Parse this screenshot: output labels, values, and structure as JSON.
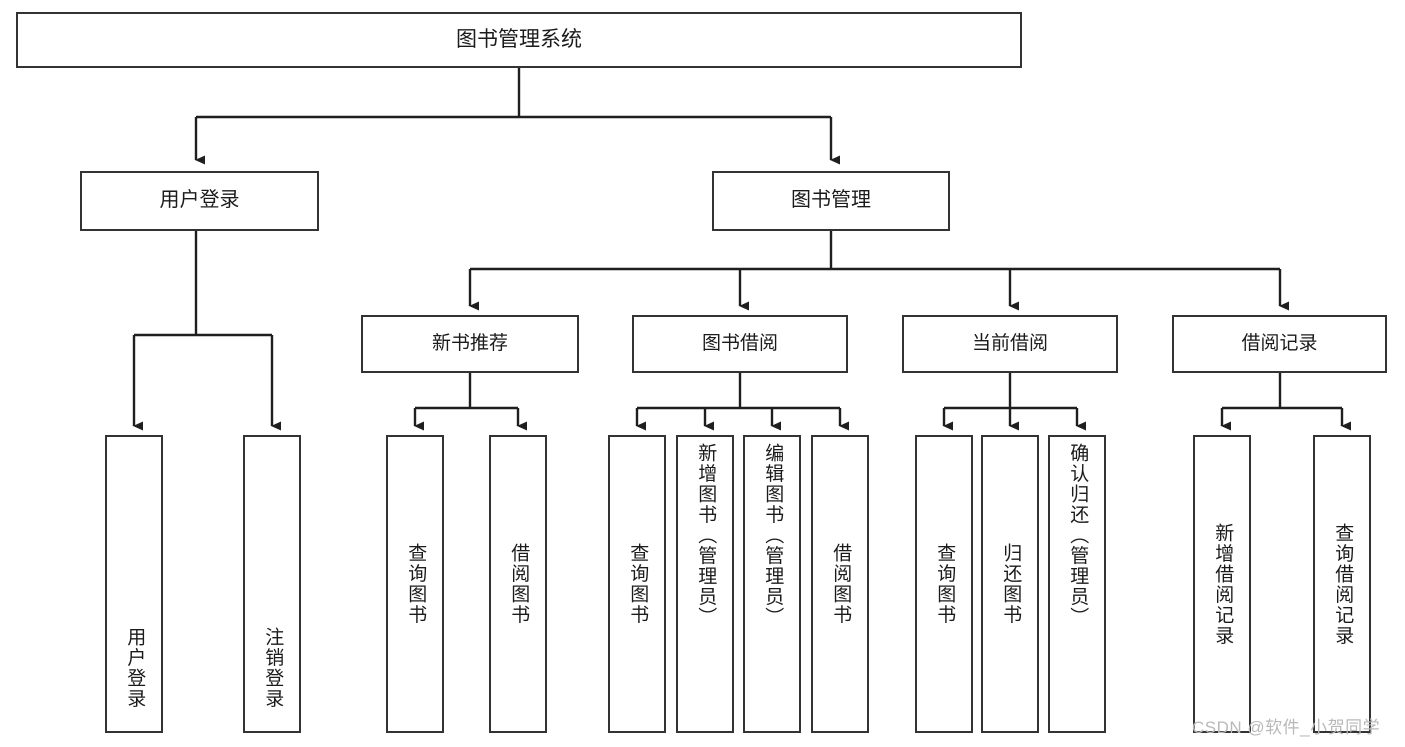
{
  "diagram": {
    "type": "tree-hierarchy",
    "title": "图书管理系统",
    "root": {
      "label": "图书管理系统"
    },
    "level1": [
      {
        "label": "用户登录"
      },
      {
        "label": "图书管理"
      }
    ],
    "level2": [
      {
        "label": "新书推荐"
      },
      {
        "label": "图书借阅"
      },
      {
        "label": "当前借阅"
      },
      {
        "label": "借阅记录"
      }
    ],
    "leaves": {
      "user_login": [
        {
          "label": "用户登录"
        },
        {
          "label": "注销登录"
        }
      ],
      "new_book_recommend": [
        {
          "label": "查询图书"
        },
        {
          "label": "借阅图书"
        }
      ],
      "book_borrow": [
        {
          "label": "查询图书"
        },
        {
          "label": "新增图书（管理员）"
        },
        {
          "label": "编辑图书（管理员）"
        },
        {
          "label": "借阅图书"
        }
      ],
      "current_borrow": [
        {
          "label": "查询图书"
        },
        {
          "label": "归还图书"
        },
        {
          "label": "确认归还（管理员）"
        }
      ],
      "borrow_record": [
        {
          "label": "新增借阅记录"
        },
        {
          "label": "查询借阅记录"
        }
      ]
    }
  },
  "watermark": {
    "text": "CSDN @软件_小贺同学"
  },
  "colors": {
    "box_border": "#333333",
    "box_fill": "#ffffff",
    "edge": "#1f1f1f",
    "text": "#1b1b1b",
    "watermark": "#b9b9b9",
    "background": "#ffffff"
  }
}
